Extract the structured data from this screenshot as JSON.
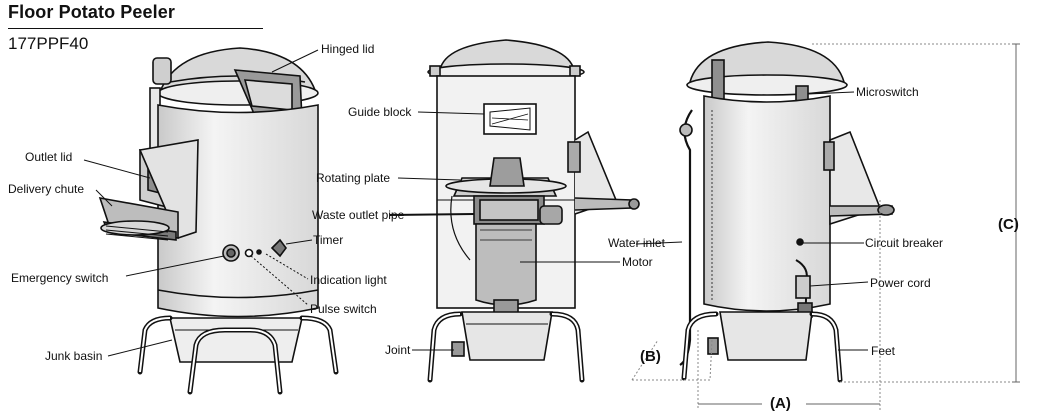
{
  "header": {
    "title": "Floor Potato Peeler",
    "model": "177PPF40"
  },
  "callouts": {
    "hinged_lid": "Hinged lid",
    "outlet_lid": "Outlet lid",
    "delivery_chute": "Delivery chute",
    "timer": "Timer",
    "emergency_switch": "Emergency switch",
    "indication_light": "Indication light",
    "pulse_switch": "Pulse switch",
    "junk_basin": "Junk basin",
    "guide_block": "Guide block",
    "rotating_plate": "Rotating plate",
    "waste_outlet_pipe": "Waste outlet pipe",
    "water_inlet": "Water inlet",
    "motor": "Motor",
    "joint": "Joint",
    "microswitch": "Microswitch",
    "circuit_breaker": "Circuit breaker",
    "power_cord": "Power cord",
    "feet": "Feet"
  },
  "dimensions": {
    "a": "(A)",
    "b": "(B)",
    "c": "(C)"
  },
  "colors": {
    "line": "#111111",
    "fill_light": "#e6e6e6",
    "fill_mid": "#bdbdbd",
    "fill_dark": "#7a7a7a"
  }
}
